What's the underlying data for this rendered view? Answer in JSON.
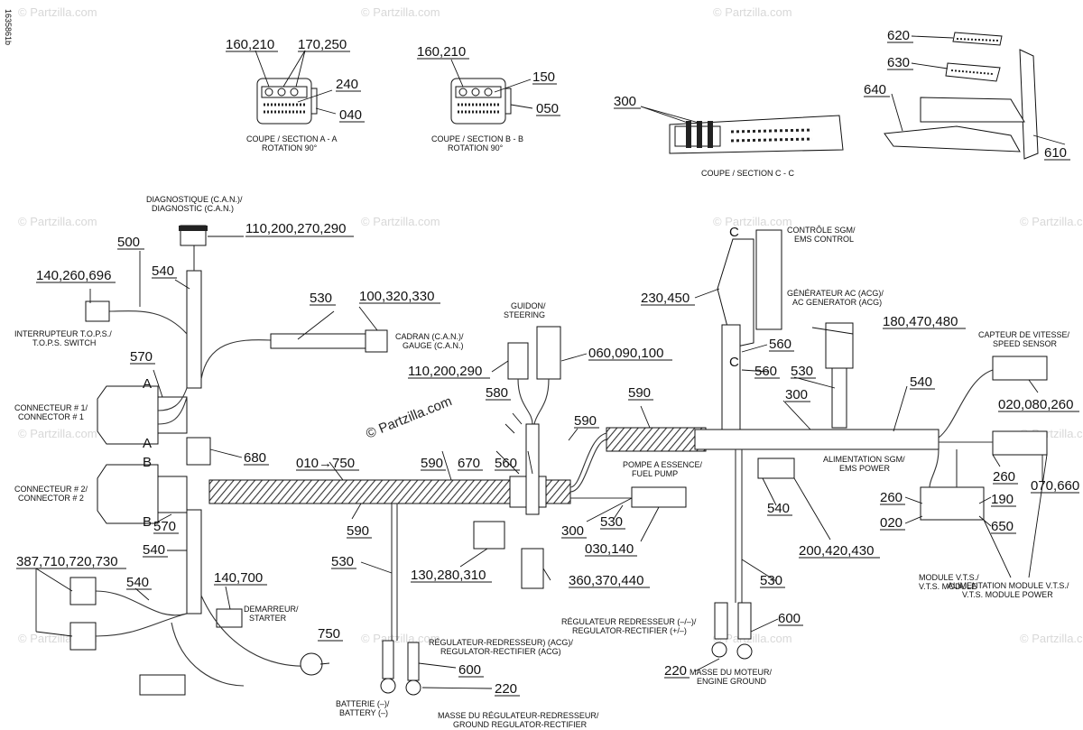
{
  "watermark": {
    "text": "© Partzilla.com"
  },
  "drawing_code": "1635861b",
  "sections": [
    {
      "id": "a",
      "caption_line1": "COUPE / SECTION A - A",
      "caption_line2": "ROTATION 90°"
    },
    {
      "id": "b",
      "caption_line1": "COUPE / SECTION B - B",
      "caption_line2": "ROTATION 90°"
    },
    {
      "id": "c",
      "caption_line1": "COUPE / SECTION C - C",
      "caption_line2": ""
    }
  ],
  "part_numbers": [
    "160,210",
    "170,250",
    "240",
    "040",
    "160,210",
    "150",
    "050",
    "300",
    "620",
    "630",
    "640",
    "610",
    "110,200,270,290",
    "500",
    "540",
    "140,260,696",
    "530",
    "100,320,330",
    "060,090,100",
    "110,200,290",
    "570",
    "580",
    "590",
    "590",
    "680",
    "010→750",
    "590",
    "670",
    "560",
    "590",
    "570",
    "540",
    "387,710,720,730",
    "540",
    "140,700",
    "750",
    "530",
    "600",
    "220",
    "130,280,310",
    "360,370,440",
    "300",
    "530",
    "030,140",
    "230,450",
    "560",
    "560",
    "530",
    "300",
    "180,470,480",
    "540",
    "020,080,260",
    "260",
    "070,660",
    "260",
    "190",
    "020",
    "650",
    "540",
    "200,420,430",
    "530",
    "600",
    "220"
  ],
  "captions": [
    {
      "line1": "DIAGNOSTIQUE (C.A.N.)/",
      "line2": "DIAGNOSTIC (C.A.N.)"
    },
    {
      "line1": "INTERRUPTEUR T.O.P.S./",
      "line2": "T.O.P.S. SWITCH"
    },
    {
      "line1": "CADRAN (C.A.N.)/",
      "line2": "GAUGE (C.A.N.)"
    },
    {
      "line1": "GUIDON/",
      "line2": "STEERING"
    },
    {
      "line1": "CONNECTEUR # 1/",
      "line2": "CONNECTOR # 1"
    },
    {
      "line1": "CONNECTEUR # 2/",
      "line2": "CONNECTOR # 2"
    },
    {
      "line1": "POMPE A ESSENCE/",
      "line2": "FUEL PUMP"
    },
    {
      "line1": "DEMARREUR/",
      "line2": "STARTER"
    },
    {
      "line1": "RÉGULATEUR REDRESSEUR (–/–)/",
      "line2": "REGULATOR-RECTIFIER (+/–)"
    },
    {
      "line1": "RÉGULATEUR-REDRESSEUR) (ACG)/",
      "line2": "REGULATOR-RECTIFIER (ACG)"
    },
    {
      "line1": "BATTERIE (–)/",
      "line2": "BATTERY (–)"
    },
    {
      "line1": "MASSE DU RÉGULATEUR-REDRESSEUR/",
      "line2": "GROUND REGULATOR-RECTIFIER"
    },
    {
      "line1": "CONTRÔLE SGM/",
      "line2": "EMS CONTROL"
    },
    {
      "line1": "GÉNÉRATEUR AC (ACG)/",
      "line2": "AC GENERATOR (ACG)"
    },
    {
      "line1": "CAPTEUR DE VITESSE/",
      "line2": "SPEED SENSOR"
    },
    {
      "line1": "ALIMENTATION SGM/",
      "line2": "EMS POWER"
    },
    {
      "line1": "MODULE V.T.S./",
      "line2": "V.T.S. MODULE"
    },
    {
      "line1": "ALIMENTATION MODULE V.T.S./",
      "line2": "V.T.S. MODULE POWER"
    },
    {
      "line1": "MASSE DU MOTEUR/",
      "line2": "ENGINE GROUND"
    }
  ],
  "section_letters": [
    "A",
    "A",
    "B",
    "B",
    "C",
    "C"
  ]
}
